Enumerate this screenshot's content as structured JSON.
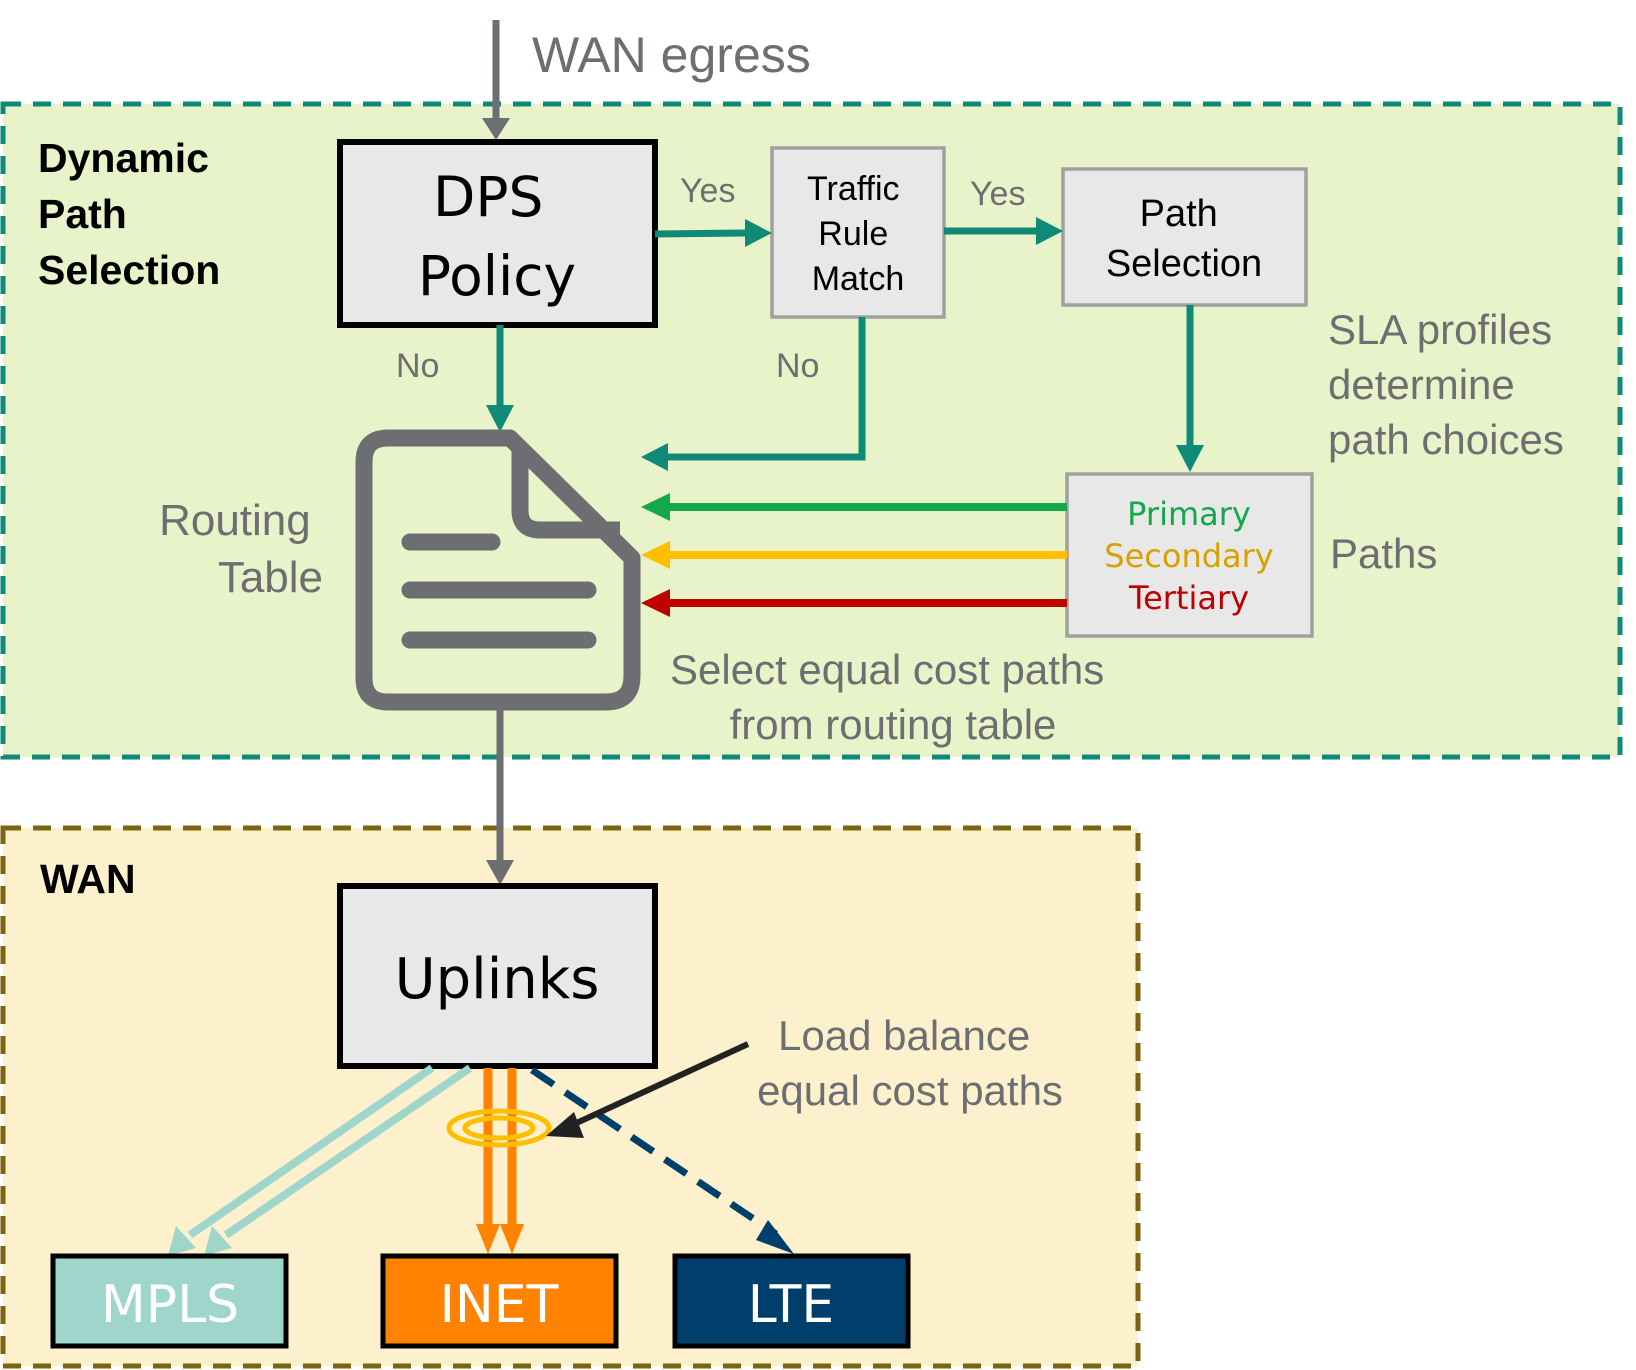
{
  "colors": {
    "dps_panel_fill": "#e9f3c9",
    "dps_panel_border": "#0e8a76",
    "wan_panel_fill": "#fdf0cc",
    "wan_panel_border": "#7d6410",
    "teal_arrow": "#0e8a76",
    "gray": "#6d6e71",
    "primary": "#14a84a",
    "secondary": "#ffbf00",
    "tertiary": "#c00000",
    "mpls": "#9fd6cc",
    "inet": "#ff8200",
    "lte": "#003f6b"
  },
  "header": {
    "wan_egress": "WAN egress"
  },
  "dps_panel": {
    "title_lines": [
      "Dynamic",
      "Path",
      "Selection"
    ],
    "dps_policy_lines": [
      "DPS",
      "Policy"
    ],
    "traffic_rule_lines": [
      "Traffic",
      "Rule",
      "Match"
    ],
    "path_selection_lines": [
      "Path",
      "Selection"
    ],
    "yes_label_1": "Yes",
    "yes_label_2": "Yes",
    "no_label_1": "No",
    "no_label_2": "No",
    "routing_table_lines": [
      "Routing",
      "Table"
    ],
    "sla_lines": [
      "SLA profiles",
      "determine",
      "path choices"
    ],
    "paths_label": "Paths",
    "path_options": {
      "primary": "Primary",
      "secondary": "Secondary",
      "tertiary": "Tertiary"
    },
    "select_lines": [
      "Select equal cost paths",
      "from routing table"
    ],
    "document_icon": "document-icon"
  },
  "wan_panel": {
    "title": "WAN",
    "uplinks": "Uplinks",
    "load_balance_lines": [
      "Load balance",
      "equal cost paths"
    ],
    "links": {
      "mpls": "MPLS",
      "inet": "INET",
      "lte": "LTE"
    }
  }
}
